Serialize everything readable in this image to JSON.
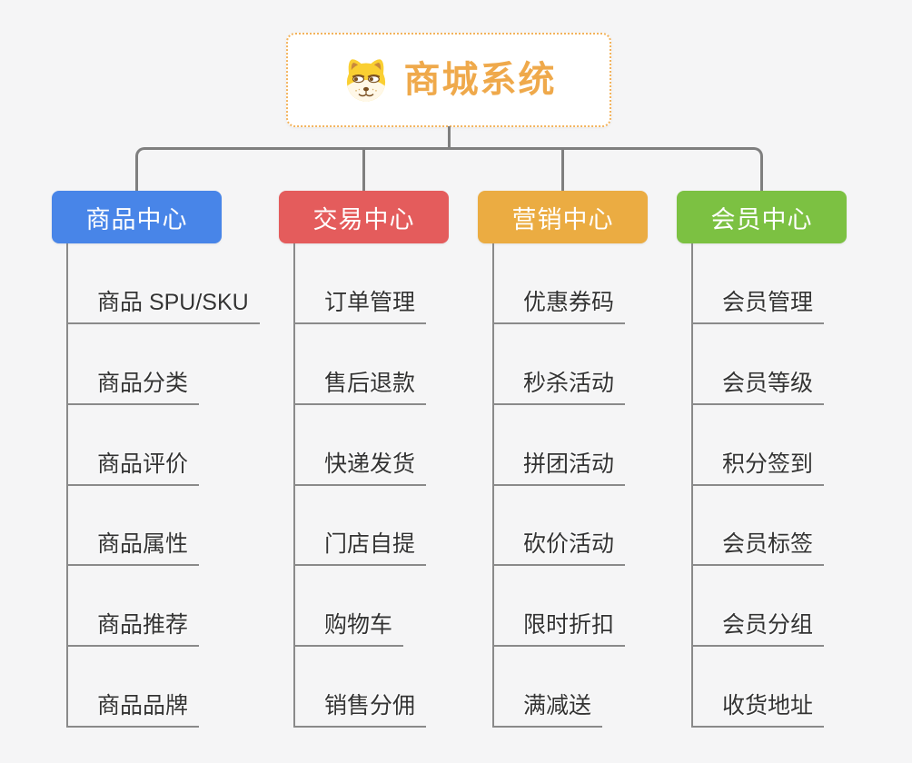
{
  "page": {
    "background_color": "#f5f5f6",
    "connector_color": "#7f7f7f",
    "underline_color": "#8a8a8a",
    "leaf_text_color": "#333333"
  },
  "root": {
    "title": "商城系统",
    "icon": "dog-face-icon",
    "text_color": "#efa94b",
    "border_color": "#f3b35c"
  },
  "branches": [
    {
      "label": "商品中心",
      "color": "#4885e8",
      "children": [
        "商品 SPU/SKU",
        "商品分类",
        "商品评价",
        "商品属性",
        "商品推荐",
        "商品品牌"
      ]
    },
    {
      "label": "交易中心",
      "color": "#e45c5c",
      "children": [
        "订单管理",
        "售后退款",
        "快递发货",
        "门店自提",
        "购物车",
        "销售分佣"
      ]
    },
    {
      "label": "营销中心",
      "color": "#ebac42",
      "children": [
        "优惠券码",
        "秒杀活动",
        "拼团活动",
        "砍价活动",
        "限时折扣",
        "满减送"
      ]
    },
    {
      "label": "会员中心",
      "color": "#7cc142",
      "children": [
        "会员管理",
        "会员等级",
        "积分签到",
        "会员标签",
        "会员分组",
        "收货地址"
      ]
    }
  ]
}
